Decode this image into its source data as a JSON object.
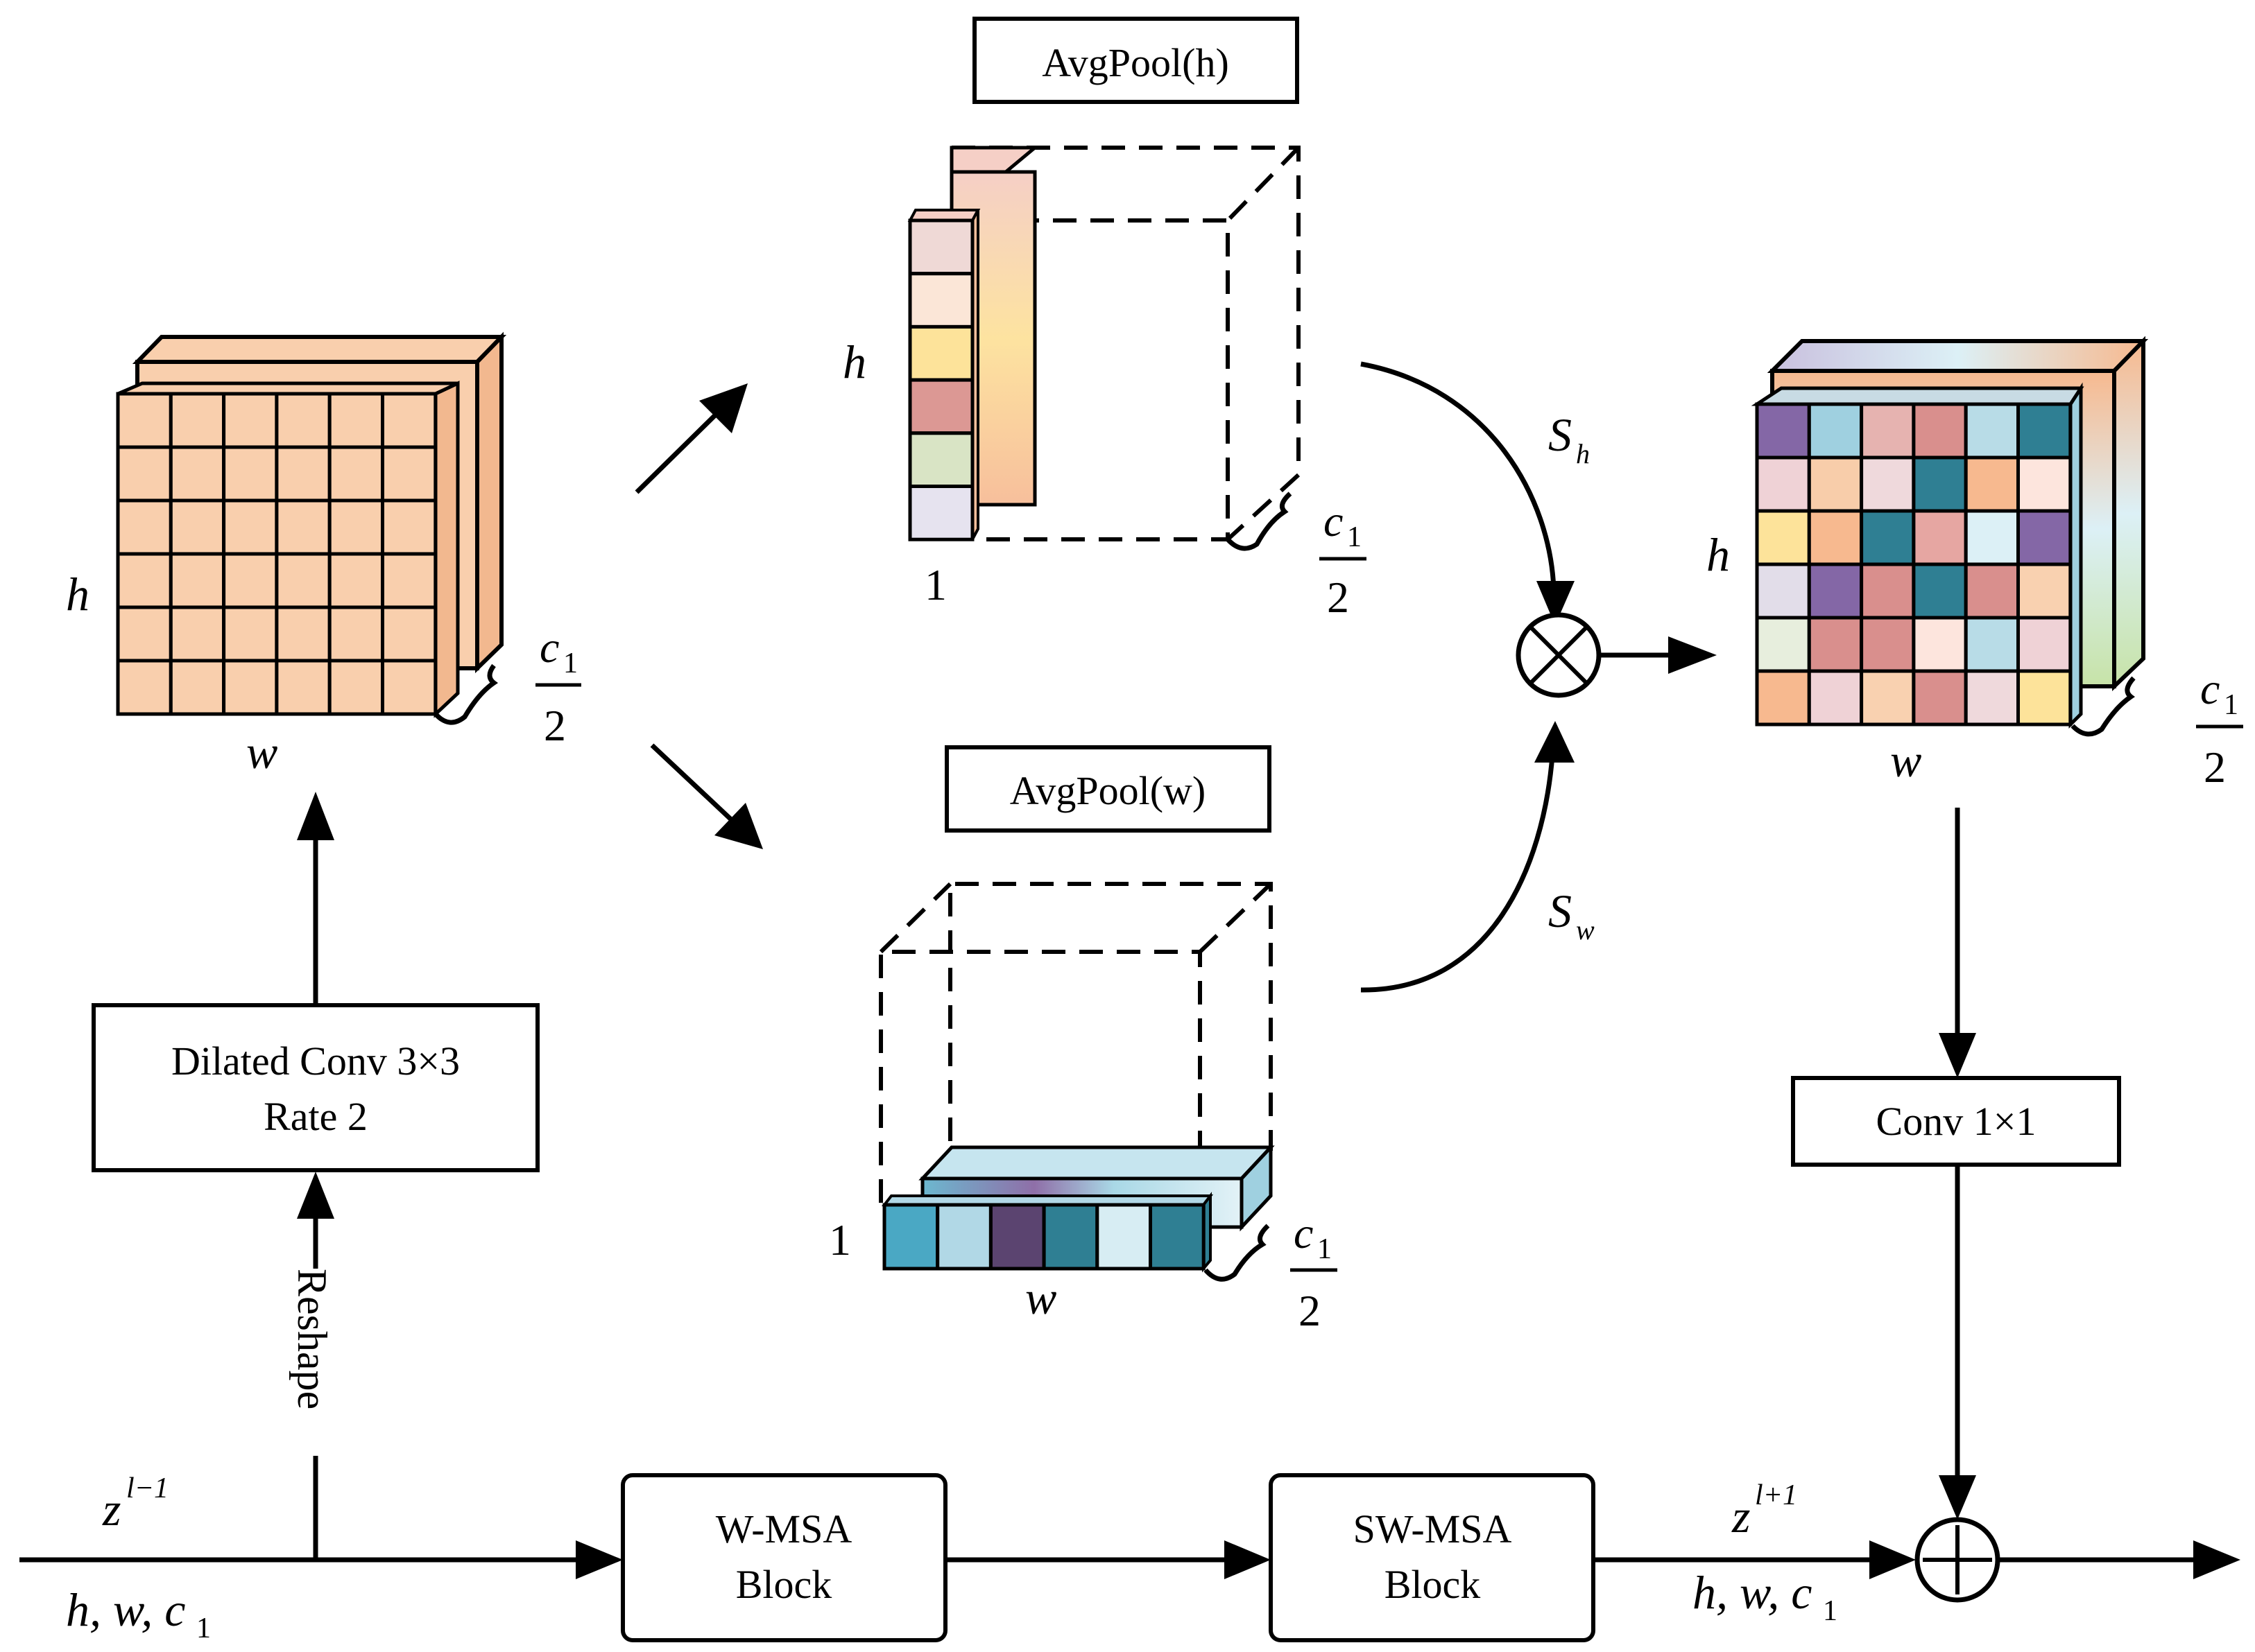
{
  "labels": {
    "avgpool_h": "AvgPool(h)",
    "avgpool_w": "AvgPool(w)",
    "dilated_line1": "Dilated Conv 3×3",
    "dilated_line2": "Rate 2",
    "conv1x1": "Conv 1×1",
    "wmsa_line1": "W-MSA",
    "wmsa_line2": "Block",
    "swmsa_line1": "SW-MSA",
    "swmsa_line2": "Block",
    "reshape": "Reshape",
    "h": "h",
    "w": "w",
    "one": "1",
    "c": "c",
    "sub1": "1",
    "two": "2",
    "S": "S",
    "sub_h": "h",
    "sub_w": "w",
    "z": "z",
    "sup_prev": "l−1",
    "sup_next": "l+1",
    "shape": "h, w, c",
    "multiply": "⊗",
    "add": "+"
  },
  "colors": {
    "peach": "#f9cfad",
    "h_strip": [
      "#efd9d6",
      "#fbe6d7",
      "#fde39a",
      "#dc9894",
      "#d9e4c5",
      "#e6e3ef"
    ],
    "w_strip": [
      "#4aa8c4",
      "#b1d8e6",
      "#5b4470",
      "#2f7f93",
      "#d7edf3",
      "#2f7f93"
    ],
    "out_grid": [
      [
        "#8467a6",
        "#9fd0e0",
        "#e6b3b0",
        "#d98f8d",
        "#b8dce7",
        "#2f7f93"
      ],
      [
        "#efd2d6",
        "#f8cdaa",
        "#efd9dc",
        "#2f7f93",
        "#f7b98f",
        "#fde5dd"
      ],
      [
        "#fde39a",
        "#f7b98f",
        "#2f7f93",
        "#e6a6a2",
        "#dcf0f6",
        "#8467a6"
      ],
      [
        "#e2dde9",
        "#8467a6",
        "#d98f8d",
        "#2f7f93",
        "#d98f8d",
        "#f9d1b0"
      ],
      [
        "#e7eedd",
        "#d98f8d",
        "#d98f8d",
        "#fde5dd",
        "#b8dce7",
        "#efd2d6"
      ],
      [
        "#f7b98f",
        "#efd2d6",
        "#f9d1b0",
        "#d98f8d",
        "#efd9dc",
        "#fde39a"
      ]
    ]
  }
}
